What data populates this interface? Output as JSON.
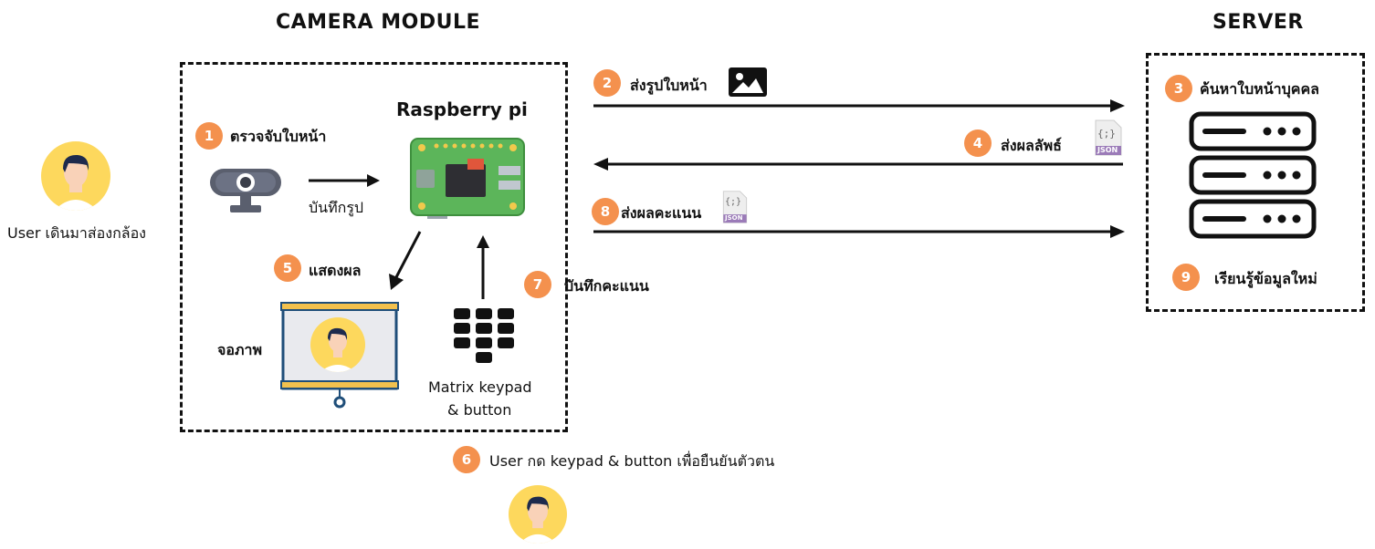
{
  "titles": {
    "camera_module": "CAMERA MODULE",
    "server": "SERVER"
  },
  "user": {
    "label": "User เดินมาส่องกล้อง"
  },
  "camera_module": {
    "raspberry_label": "Raspberry pi",
    "capture_label": "บันทึกรูป",
    "screen_label": "จอภาพ",
    "keypad_label_line1": "Matrix keypad",
    "keypad_label_line2": "& button"
  },
  "steps": [
    {
      "num": "1",
      "label": "ตรวจจับใบหน้า"
    },
    {
      "num": "2",
      "label": "ส่งรูปใบหน้า"
    },
    {
      "num": "3",
      "label": "ค้นหาใบหน้าบุคคล"
    },
    {
      "num": "4",
      "label": "ส่งผลลัพธ์"
    },
    {
      "num": "5",
      "label": "แสดงผล"
    },
    {
      "num": "6",
      "label": "User กด keypad & button เพื่อยืนยันตัวตน"
    },
    {
      "num": "7",
      "label": "บันทึกคะแนน"
    },
    {
      "num": "8",
      "label": "ส่งผลคะแนน"
    },
    {
      "num": "9",
      "label": "เรียนรู้ข้อมูลใหม่"
    }
  ],
  "json_badge": "JSON",
  "json_glyph": "{;}",
  "icons": {
    "user": "user-avatar-icon",
    "webcam": "webcam-icon",
    "raspberry": "raspberry-pi-board-icon",
    "screen": "projector-screen-icon",
    "keypad": "keypad-icon",
    "server": "server-rack-icon",
    "image": "image-icon",
    "json": "json-file-icon"
  },
  "colors": {
    "step_badge": "#f4914e",
    "board_green": "#5cb55a",
    "avatar_yellow": "#fdd85d",
    "screen_frame": "#1f4e79",
    "screen_bar": "#f2c14e"
  }
}
